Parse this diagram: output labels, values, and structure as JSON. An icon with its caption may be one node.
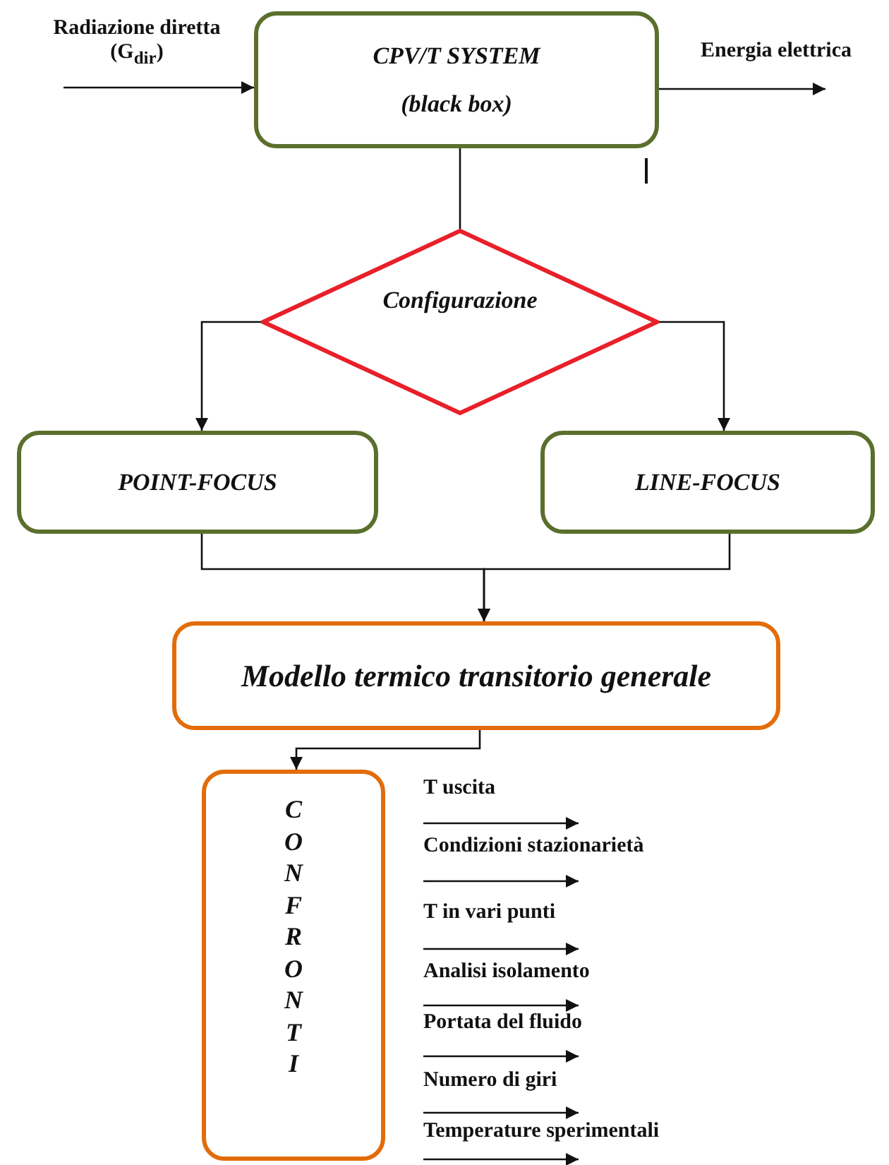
{
  "diagram": {
    "nodes": [
      {
        "text": [
          "CPV/T SYSTEM",
          "(black box)"
        ]
      },
      {
        "text": [
          "Configurazione"
        ]
      },
      {
        "text": [
          "POINT-FOCUS"
        ]
      },
      {
        "text": [
          "LINE-FOCUS"
        ]
      },
      {
        "text": [
          "Modello termico transitorio generale"
        ]
      },
      {
        "text": [
          "CONFRONTI"
        ]
      }
    ],
    "edges": [
      {
        "from": null,
        "to": 0,
        "arrow": "to",
        "label": "Radiazione diretta (G$_{dir}$)"
      },
      {
        "from": 0,
        "to": null,
        "arrow": "to",
        "label": "Energia elettrica"
      },
      {
        "from": 0,
        "to": 1,
        "arrow": "none"
      },
      {
        "from": 1,
        "to": 2,
        "arrow": "to"
      },
      {
        "from": 1,
        "to": 3,
        "arrow": "to"
      },
      {
        "from": 2,
        "to": 4,
        "arrow": "to"
      },
      {
        "from": 3,
        "to": 4,
        "arrow": "to"
      },
      {
        "from": 4,
        "to": 5,
        "arrow": "to"
      }
    ],
    "labels": [
      "T uscita",
      "Condizioni stazionarietà",
      "T in vari punti",
      "Analisi isolamento",
      "Portata del fluido",
      "Numero di giri",
      "Temperature sperimentali"
    ]
  }
}
